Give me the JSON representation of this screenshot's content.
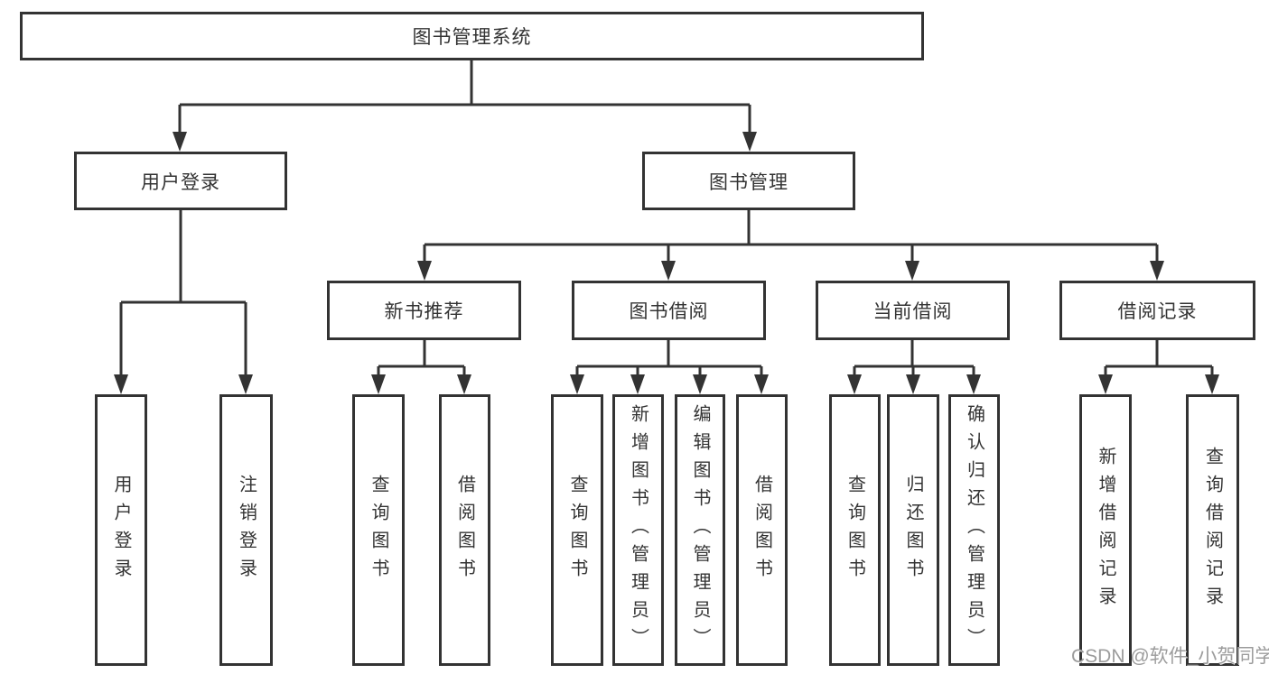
{
  "diagram_title": "图书管理系统",
  "nodes": {
    "root": "图书管理系统",
    "user_login": "用户登录",
    "book_mgmt": "图书管理",
    "new_book": "新书推荐",
    "book_borrow": "图书借阅",
    "current_borrow": "当前借阅",
    "borrow_record": "借阅记录",
    "ul_login": "用户登录",
    "ul_logout": "注销登录",
    "nb_query": "查询图书",
    "nb_borrow": "借阅图书",
    "bb_query": "查询图书",
    "bb_add": "新增图书（管理员）",
    "bb_edit": "编辑图书（管理员）",
    "bb_borrow": "借阅图书",
    "cb_query": "查询图书",
    "cb_return": "归还图书",
    "cb_confirm": "确认归还（管理员）",
    "br_add": "新增借阅记录",
    "br_query": "查询借阅记录"
  },
  "watermark": "CSDN @软件_小贺同学",
  "colors": {
    "line": "#333333",
    "text": "#333333",
    "box_background": "#ffffff",
    "watermark": "#9c9c9c"
  }
}
